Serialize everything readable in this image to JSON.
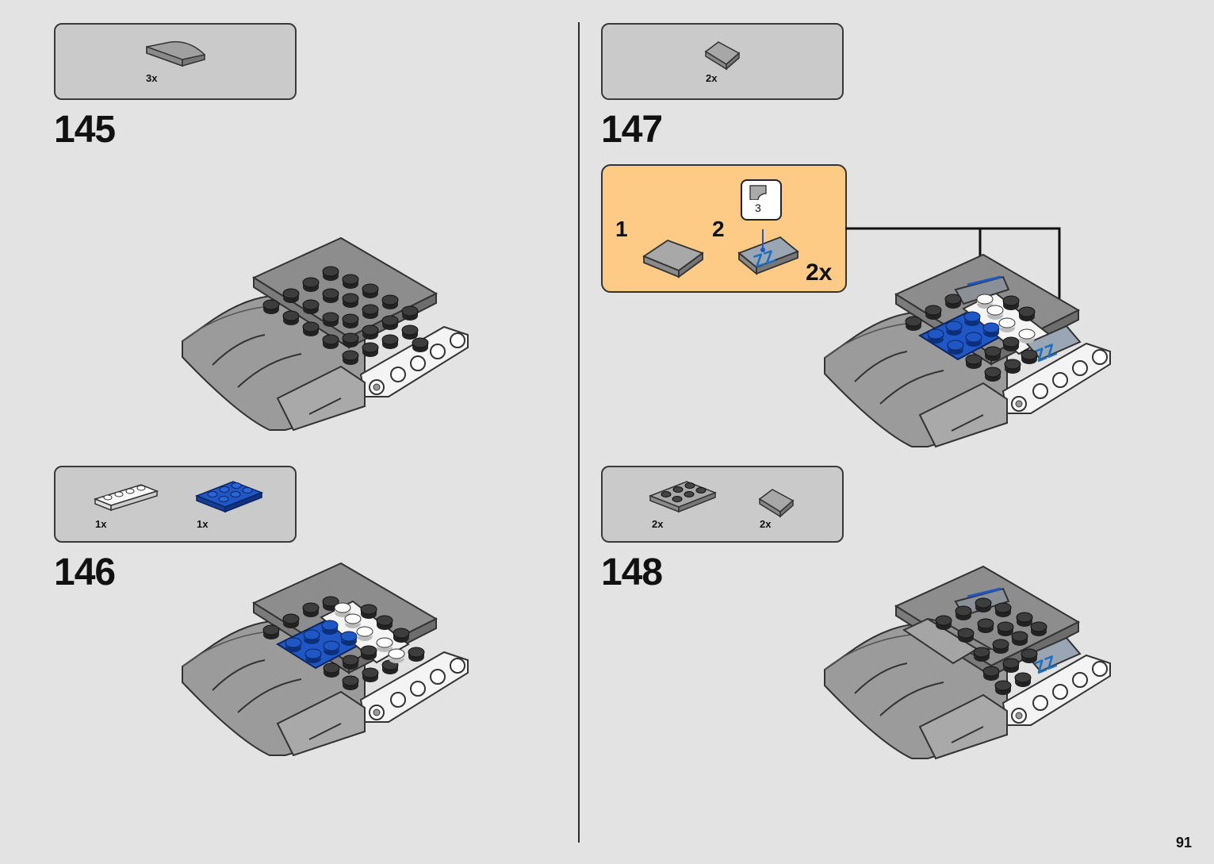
{
  "page_number": "91",
  "steps": [
    {
      "number": "145",
      "parts": [
        {
          "qty": "3x",
          "part": "grey-curved-slope"
        }
      ]
    },
    {
      "number": "146",
      "parts": [
        {
          "qty": "1x",
          "part": "white-plate-1x4"
        },
        {
          "qty": "1x",
          "part": "blue-plate-2x3"
        }
      ]
    },
    {
      "number": "147",
      "parts": [
        {
          "qty": "2x",
          "part": "grey-slope"
        }
      ],
      "callout": {
        "sub1": "1",
        "sub2": "2",
        "sticker_number": "3",
        "sticker_text": "ZZ",
        "qty": "2x"
      }
    },
    {
      "number": "148",
      "parts": [
        {
          "qty": "2x",
          "part": "grey-plate-2x3"
        },
        {
          "qty": "2x",
          "part": "grey-slope"
        }
      ]
    }
  ],
  "colors": {
    "background": "#e3e3e3",
    "parts_box": "#cacaca",
    "callout": "#fdcb85",
    "blue": "#1f57c4",
    "grey": "#9a9a9a"
  }
}
